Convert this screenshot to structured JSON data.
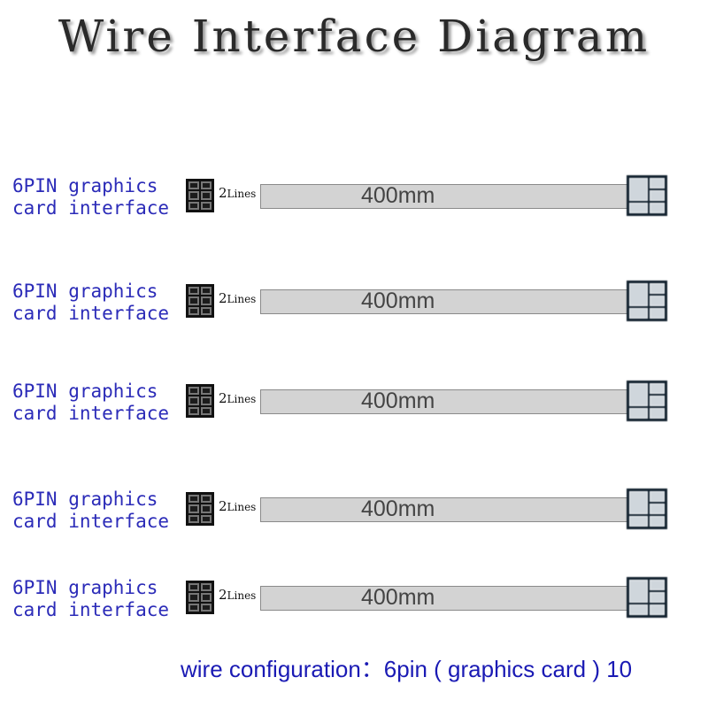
{
  "title": "Wire Interface Diagram",
  "rows": [
    {
      "label_line1": "6PIN graphics",
      "label_line2": "card interface",
      "lines_num": "2",
      "lines_word": "Lines",
      "length": "400mm"
    },
    {
      "label_line1": "6PIN graphics",
      "label_line2": "card interface",
      "lines_num": "2",
      "lines_word": "Lines",
      "length": "400mm"
    },
    {
      "label_line1": "6PIN graphics",
      "label_line2": "card interface",
      "lines_num": "2",
      "lines_word": "Lines",
      "length": "400mm"
    },
    {
      "label_line1": "6PIN graphics",
      "label_line2": "card interface",
      "lines_num": "2",
      "lines_word": "Lines",
      "length": "400mm"
    },
    {
      "label_line1": "6PIN graphics",
      "label_line2": "card interface",
      "lines_num": "2",
      "lines_word": "Lines",
      "length": "400mm"
    }
  ],
  "footer": "wire configuration：6pin ( graphics card ) 10",
  "colors": {
    "label": "#2b2bb8",
    "footer": "#1a1ab4",
    "wire": "#d3d3d3",
    "connector": "#111111"
  }
}
